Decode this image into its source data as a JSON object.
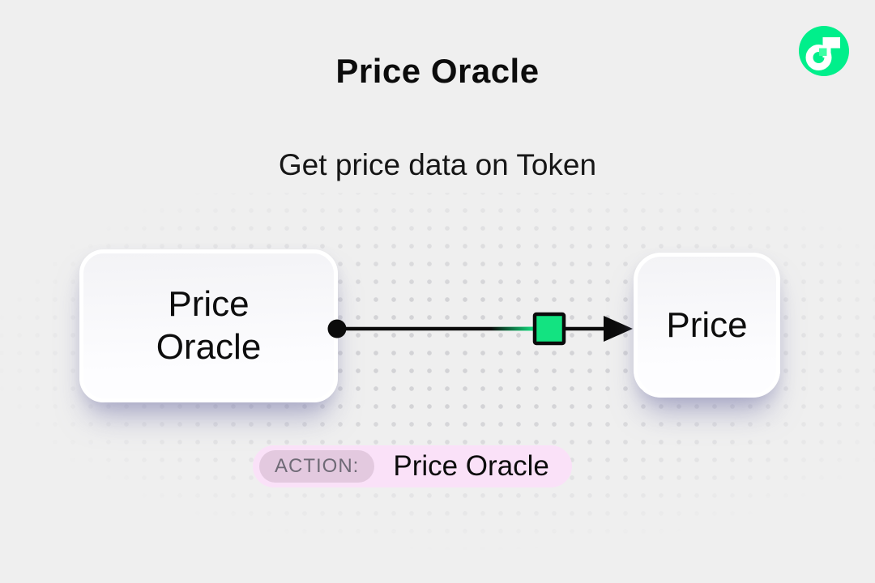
{
  "header": {
    "title": "Price Oracle",
    "subtitle": "Get price data on Token"
  },
  "logo": {
    "name": "flow-logo",
    "circle_color": "#00EF8B",
    "glyph_color": "#FFFFFF",
    "accent_color": "#3DFFA4"
  },
  "diagram": {
    "source_node": {
      "label": "Price Oracle"
    },
    "target_node": {
      "label": "Price"
    },
    "connector": {
      "marker_color": "#13E381",
      "line_color": "#0B0B0B"
    }
  },
  "action_badge": {
    "label": "ACTION:",
    "value": "Price Oracle",
    "badge_bg": "#FAE1F8",
    "label_bg": "#E3C9DF",
    "label_color": "#6F6A76"
  },
  "colors": {
    "page_background": "#EFEFEF",
    "dot_color": "#D3D3D6",
    "node_shadow_tint": "#7A7AAC"
  }
}
